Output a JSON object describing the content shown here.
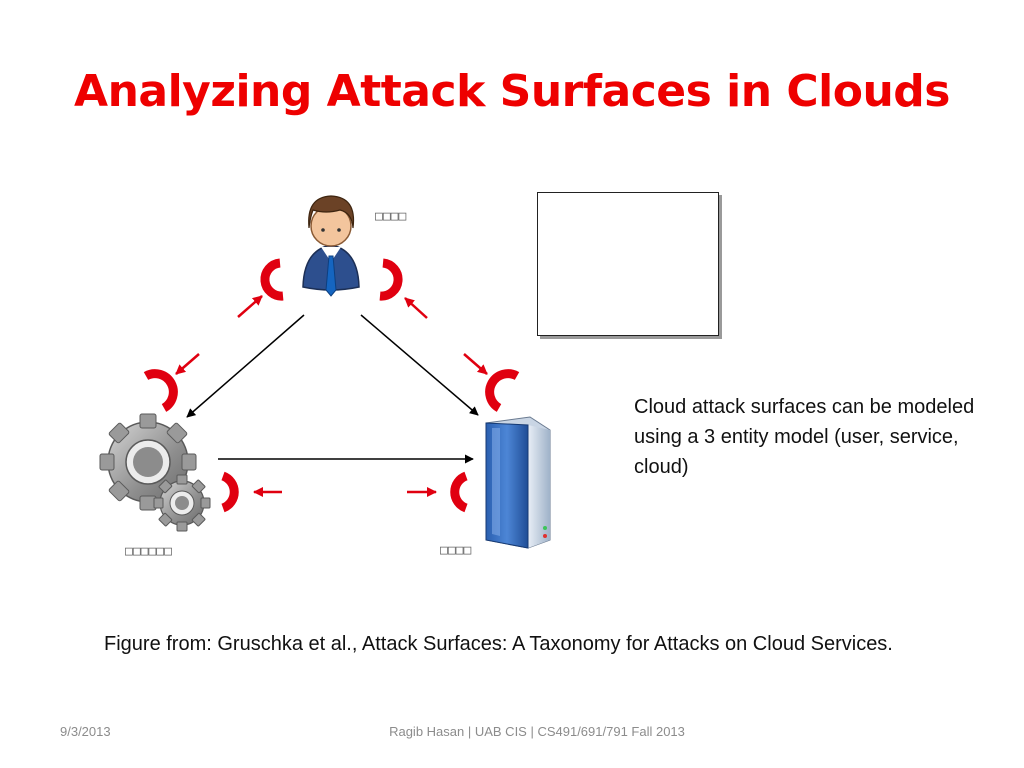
{
  "slide": {
    "title": "Analyzing Attack Surfaces in Clouds",
    "side_text": "Cloud attack surfaces can be modeled using a 3 entity model (user, service, cloud)",
    "caption": "Figure from: Gruschka et al., Attack Surfaces: A Taxonomy for Attacks on Cloud Services.",
    "footer_date": "9/3/2013",
    "footer_credit": "Ragib Hasan | UAB CIS | CS491/691/791 Fall 2013"
  },
  "diagram": {
    "user_label": "□□□□",
    "service_label": "□□□□□□",
    "cloud_label": "□□□□",
    "colors": {
      "attack": "#e00010",
      "arrow": "#000000"
    },
    "icons": [
      "user-person-icon",
      "gears-icon",
      "server-icon"
    ]
  }
}
